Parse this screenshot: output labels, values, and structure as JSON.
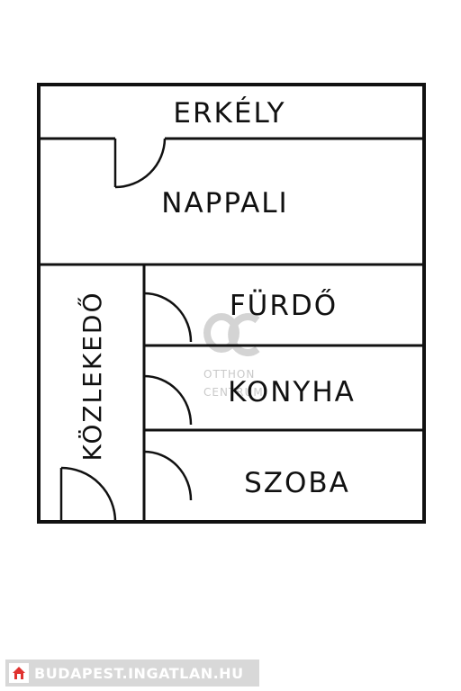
{
  "rooms": {
    "erkely": "ERKÉLY",
    "nappali": "NAPPALI",
    "furdo": "FÜRDŐ",
    "konyha": "KONYHA",
    "szoba": "SZOBA",
    "kozlekedo": "KÖZLEKEDŐ"
  },
  "watermark": {
    "mark": "OC",
    "line1": "OTTHON",
    "line2": "CENTRUM"
  },
  "footer": {
    "site": "BUDAPEST.INGATLAN.HU",
    "icon": "house-icon"
  },
  "colors": {
    "wall": "#111111",
    "watermark": "#c9c9c9",
    "footer_bg": "#d8d8d8",
    "footer_text": "#ffffff",
    "footer_logo": "#e0322f"
  }
}
